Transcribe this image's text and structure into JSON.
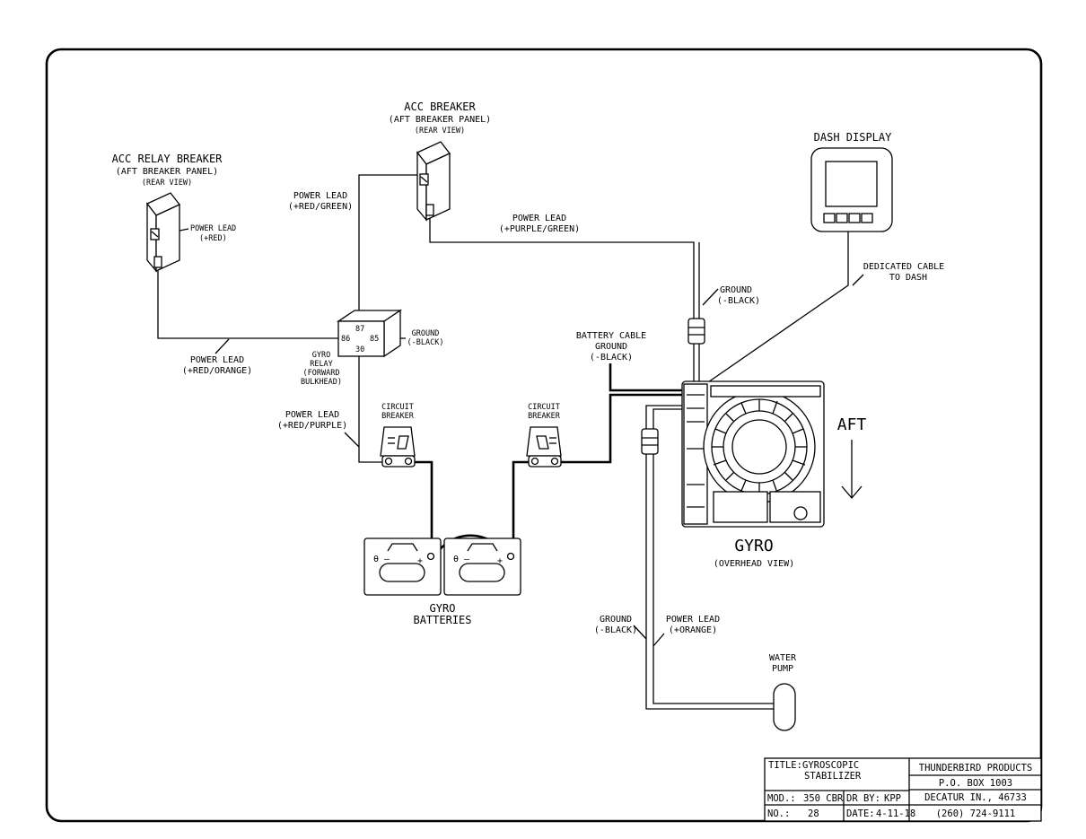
{
  "components": {
    "acc_relay_breaker": {
      "title": "ACC RELAY BREAKER",
      "line2": "(AFT BREAKER PANEL)",
      "line3": "(REAR VIEW)"
    },
    "acc_breaker": {
      "title": "ACC BREAKER",
      "line2": "(AFT BREAKER PANEL)",
      "line3": "(REAR VIEW)"
    },
    "dash_display": {
      "title": "DASH DISPLAY"
    },
    "gyro_relay": {
      "line1": "GYRO",
      "line2": "RELAY",
      "line3": "(FORWARD",
      "line4": "BULKHEAD)",
      "pin_87": "87",
      "pin_86": "86",
      "pin_85": "85",
      "pin_30": "30"
    },
    "circuit_breaker_left": {
      "line1": "CIRCUIT",
      "line2": "BREAKER"
    },
    "circuit_breaker_right": {
      "line1": "CIRCUIT",
      "line2": "BREAKER"
    },
    "gyro_batteries": {
      "line1": "GYRO",
      "line2": "BATTERIES"
    },
    "gyro": {
      "title": "GYRO",
      "subtitle": "(OVERHEAD VIEW)"
    },
    "water_pump": {
      "line1": "WATER",
      "line2": "PUMP"
    },
    "aft_indicator": {
      "label": "AFT"
    }
  },
  "wire_labels": {
    "power_lead_red": {
      "line1": "POWER LEAD",
      "line2": "(+RED)"
    },
    "power_lead_red_green": {
      "line1": "POWER LEAD",
      "line2": "(+RED/GREEN)"
    },
    "power_lead_purple_green": {
      "line1": "POWER LEAD",
      "line2": "(+PURPLE/GREEN)"
    },
    "ground_black_top": {
      "line1": "GROUND",
      "line2": "(-BLACK)"
    },
    "dedicated_cable": {
      "line1": "DEDICATED CABLE",
      "line2": "TO DASH"
    },
    "ground_black_relay": {
      "line1": "GROUND",
      "line2": "(-BLACK)"
    },
    "power_lead_red_orange": {
      "line1": "POWER LEAD",
      "line2": "(+RED/ORANGE)"
    },
    "battery_cable_ground": {
      "line1": "BATTERY CABLE",
      "line2": "GROUND",
      "line3": "(-BLACK)"
    },
    "power_lead_red_purple": {
      "line1": "POWER LEAD",
      "line2": "(+RED/PURPLE)"
    },
    "ground_black_pump": {
      "line1": "GROUND",
      "line2": "(-BLACK)"
    },
    "power_lead_orange": {
      "line1": "POWER LEAD",
      "line2": "(+ORANGE)"
    }
  },
  "title_block": {
    "title_label": "TITLE:",
    "title_line1": "GYROSCOPIC",
    "title_line2": "STABILIZER",
    "company": "THUNDERBIRD PRODUCTS",
    "po_box": "P.O. BOX 1003",
    "city": "DECATUR IN., 46733",
    "phone": "(260) 724-9111",
    "mod_label": "MOD.:",
    "mod_value": "350 CBR",
    "dr_label": "DR BY:",
    "dr_value": "KPP",
    "no_label": "NO.:",
    "no_value": "28",
    "date_label": "DATE:",
    "date_value": "4-11-18"
  }
}
